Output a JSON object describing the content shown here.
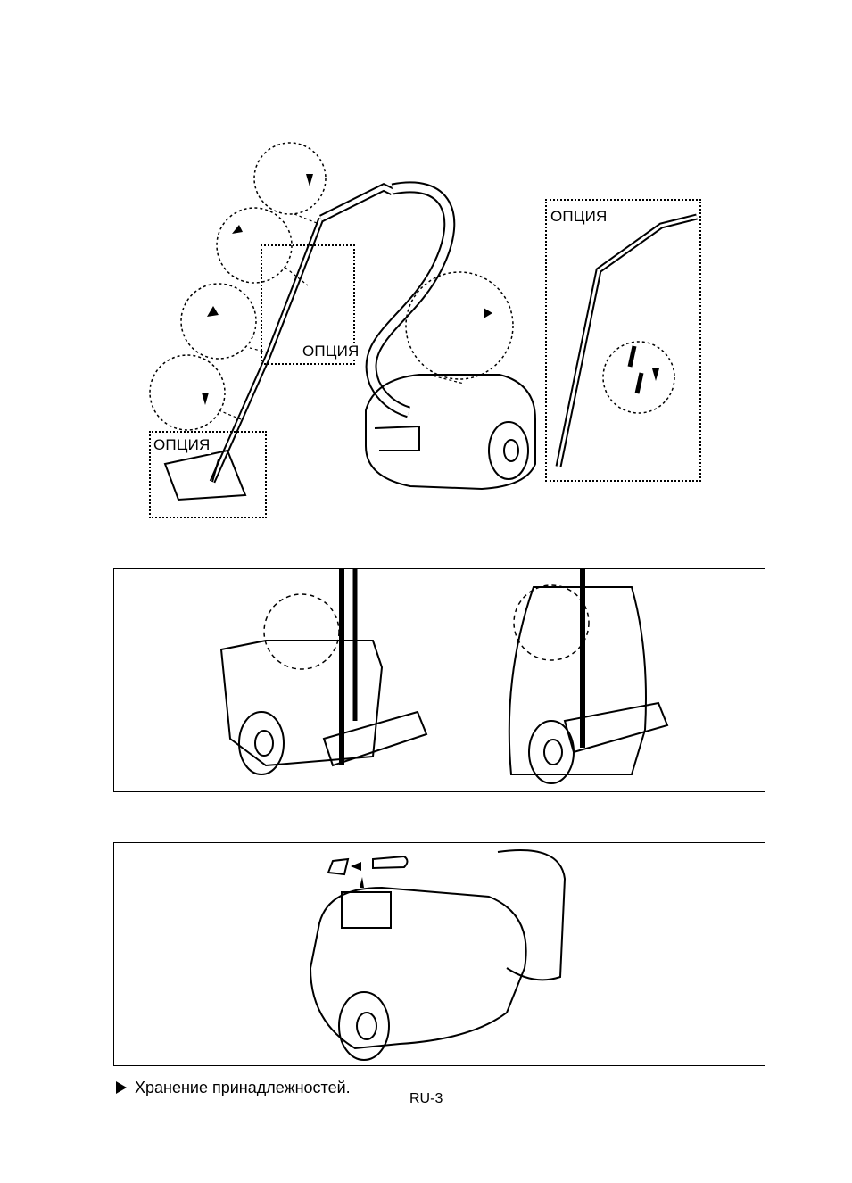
{
  "figure1": {
    "option_label_upper": "ОПЦИЯ",
    "option_label_lower": "ОПЦИЯ",
    "option_label_right": "ОПЦИЯ"
  },
  "caption": {
    "bullet_icon": "triangle-right-icon",
    "text": "Хранение принадлежностей."
  },
  "footer": {
    "page_number": "RU-3"
  }
}
